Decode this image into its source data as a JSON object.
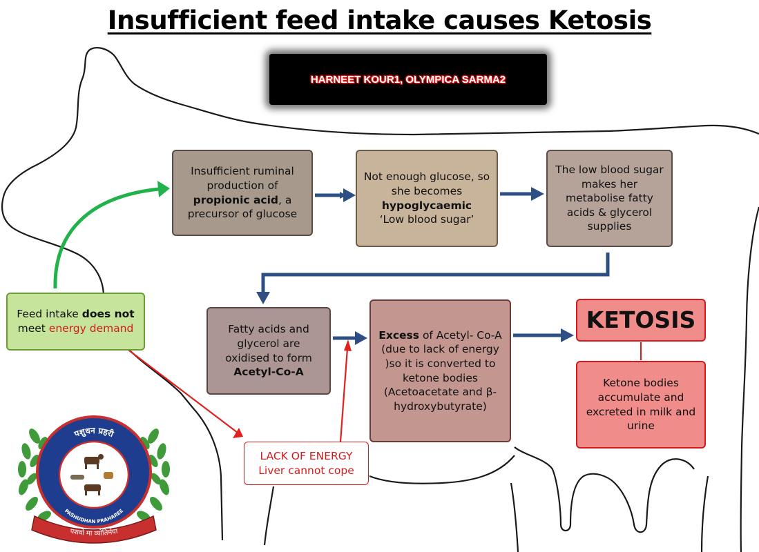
{
  "title": "Insufficient feed intake causes Ketosis",
  "authors": "HARNEET KOUR1, OLYMPICA SARMA2",
  "boxes": {
    "propionic": {
      "line1": "Insufficient ruminal production of",
      "bold": "propionic acid",
      "line2": ", a precursor of glucose"
    },
    "glucose": {
      "line1": "Not enough glucose, so she becomes",
      "bold": "hypoglycaemic",
      "line2": "‘Low blood sugar’"
    },
    "low_sugar": {
      "text": "The low blood sugar makes her metabolise fatty acids & glycerol supplies"
    },
    "fatty_acids": {
      "line1": "Fatty acids and glycerol are oxidised to form",
      "bold": "Acetyl-Co-A"
    },
    "excess": {
      "bold": "Excess",
      "line1": " of Acetyl- Co-A (due to lack of energy )so it is converted to ketone bodies (Acetoacetate and β-hydroxybutyrate)"
    },
    "ketosis": {
      "text": "KETOSIS"
    },
    "ketone_bodies": {
      "text": "Ketone bodies accumulate and excreted in milk and urine"
    },
    "feed_intake": {
      "line1": "Feed intake ",
      "bold": "does not",
      "line2": " meet ",
      "red": "energy demand"
    },
    "lack_energy": {
      "line1": "LACK OF ENERGY",
      "line2": "Liver cannot cope"
    }
  },
  "emblem": {
    "top_text": "पशुधन प्रहरी",
    "ring_text": "PASHUDHAN PRAHAREE",
    "ribbon_text": "पशवो मा व्योतिर्मया"
  },
  "colors": {
    "arrow_blue": "#2d4f84",
    "arrow_green": "#21b24b",
    "arrow_red": "#e01f1f",
    "outline": "#1a1a1a"
  }
}
